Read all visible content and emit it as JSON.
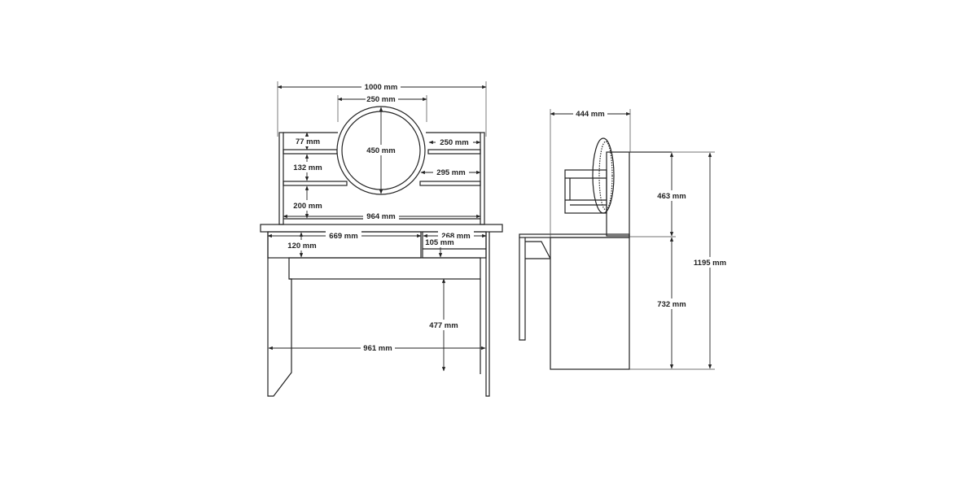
{
  "front_view": {
    "dims": {
      "overall_width": "1000 mm",
      "mirror_width": "250 mm",
      "mirror_height": "450 mm",
      "shelf_gap_top": "77 mm",
      "shelf_gap_mid": "132 mm",
      "shelf_gap_bottom": "200 mm",
      "right_shelf_top_width": "250 mm",
      "right_shelf_bottom_width": "295 mm",
      "desk_inner_width": "964 mm",
      "drawer_width": "669 mm",
      "drawer_height": "120 mm",
      "side_compartment_width": "268 mm",
      "side_compartment_height": "105 mm",
      "knee_height": "477 mm",
      "leg_span_width": "961 mm"
    }
  },
  "side_view": {
    "dims": {
      "depth": "444 mm",
      "upper_height": "463 mm",
      "overall_height": "1195 mm",
      "desk_height": "732 mm"
    }
  }
}
